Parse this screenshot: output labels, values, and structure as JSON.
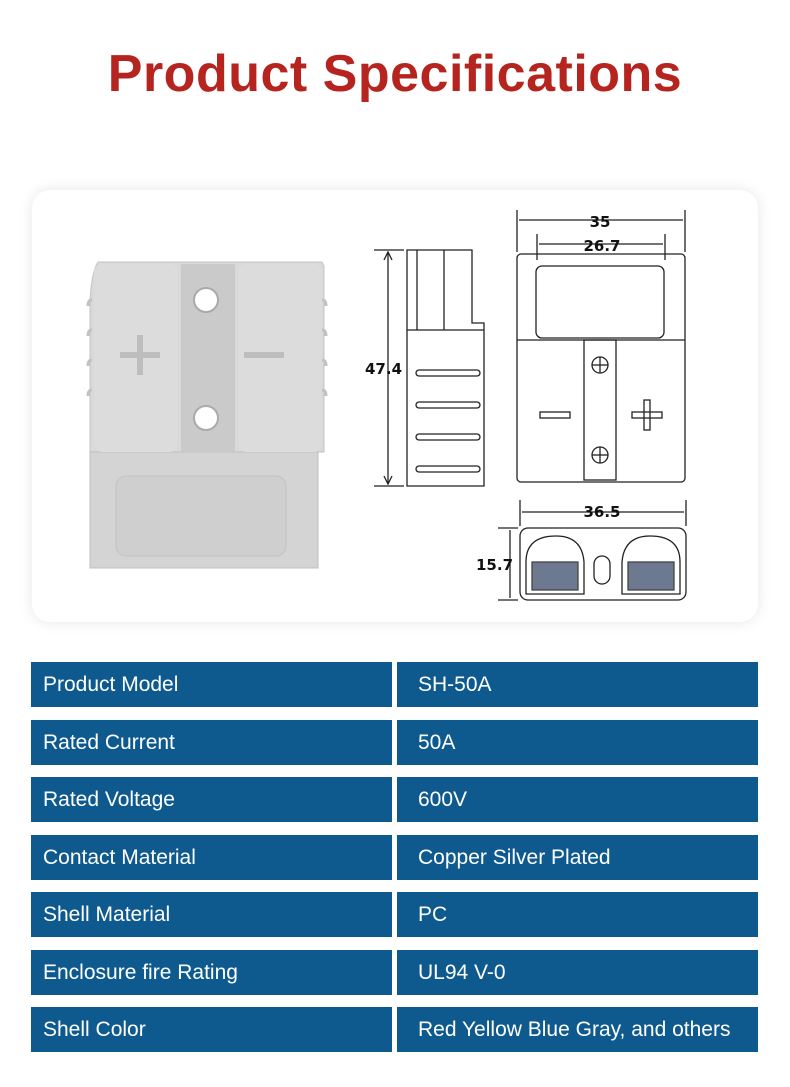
{
  "page": {
    "title": "Product Specifications"
  },
  "drawing": {
    "dims": {
      "width_outer": "35",
      "width_inner": "26.7",
      "height": "47.4",
      "base_width": "36.5",
      "base_height": "15.7"
    },
    "photo_alt": "gray connector photo"
  },
  "colors": {
    "title": "#b5241f",
    "table_bg": "#0e5a8f",
    "table_text": "#ffffff",
    "connector_gray": "#d6d6d6"
  },
  "specs": [
    {
      "label": "Product Model",
      "value": "SH-50A"
    },
    {
      "label": "Rated Current",
      "value": "50A"
    },
    {
      "label": "Rated Voltage",
      "value": "600V"
    },
    {
      "label": "Contact Material",
      "value": "Copper Silver Plated"
    },
    {
      "label": "Shell Material",
      "value": "PC"
    },
    {
      "label": "Enclosure fire Rating",
      "value": "UL94 V-0"
    },
    {
      "label": "Shell Color",
      "value": "Red Yellow Blue Gray, and others"
    }
  ]
}
